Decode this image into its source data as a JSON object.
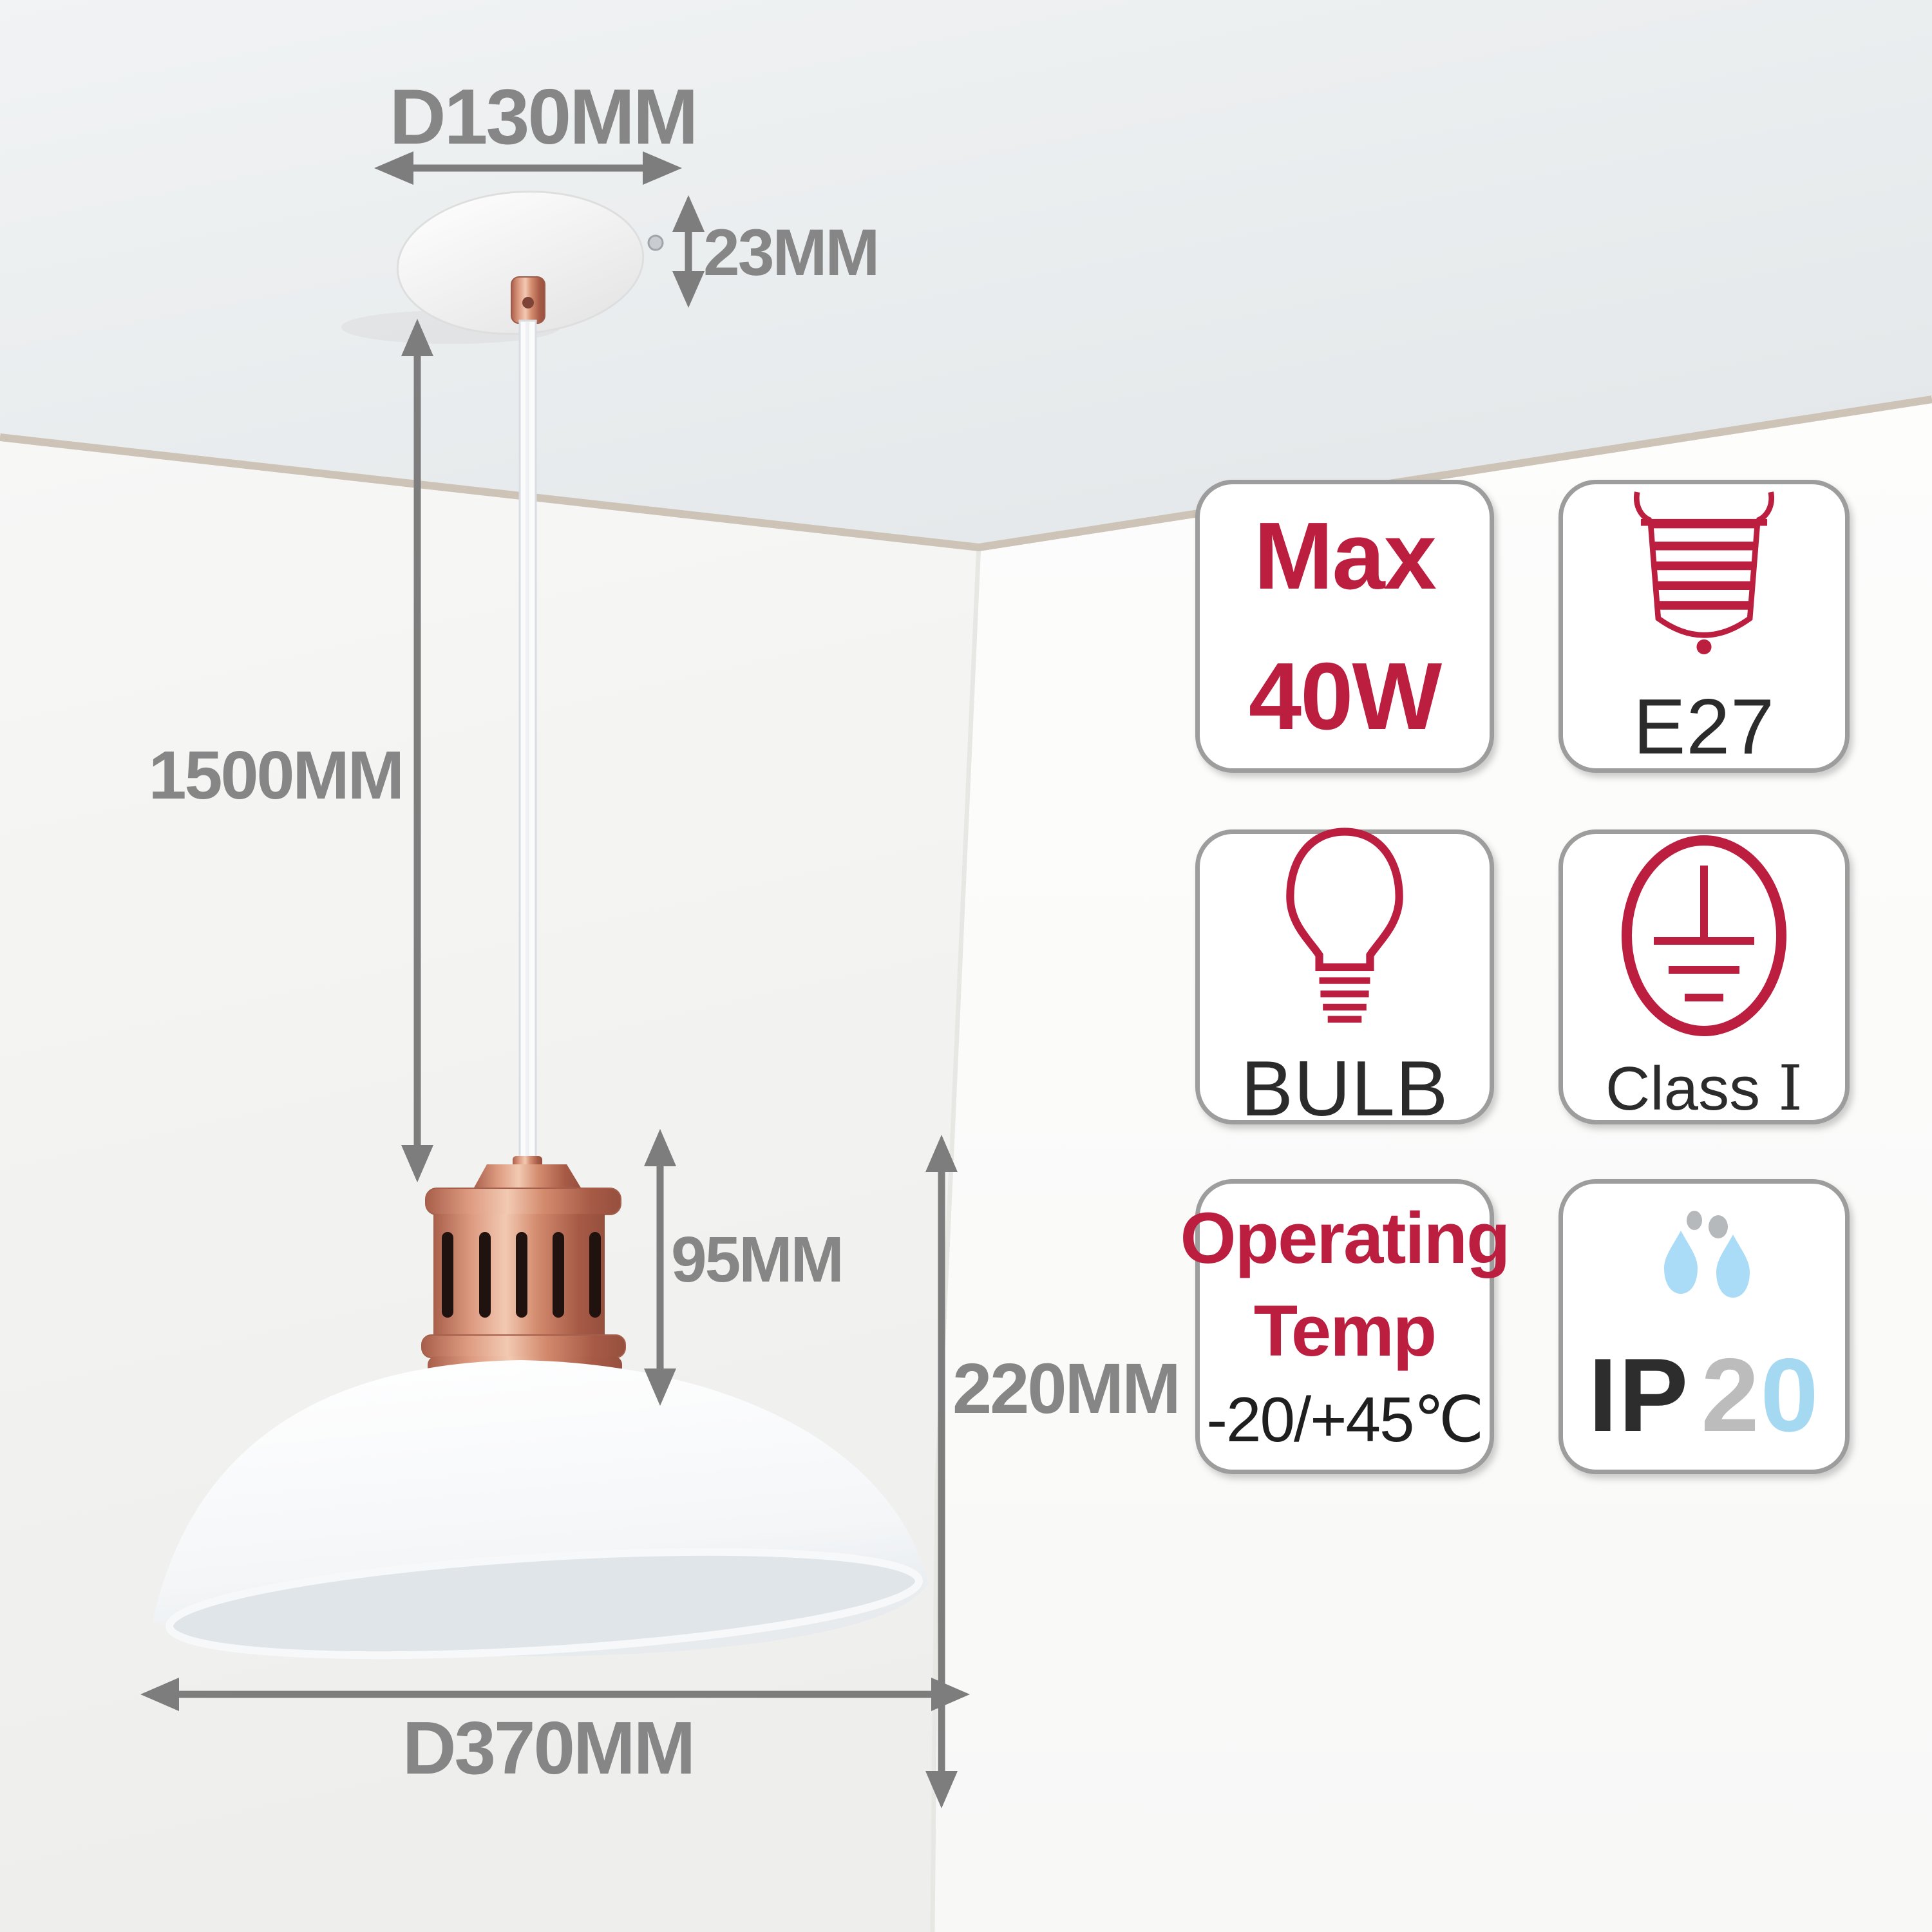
{
  "product_diagram": {
    "type": "pendant-lamp-specification",
    "dimensions": {
      "canopy_diameter": "D130MM",
      "canopy_height": "23MM",
      "cord_length": "1500MM",
      "holder_height": "95MM",
      "lamp_height": "220MM",
      "shade_diameter": "D370MM"
    },
    "spec_badges": [
      {
        "id": "max-wattage",
        "line1": "Max",
        "line2": "40W"
      },
      {
        "id": "cap-type",
        "icon": "e27-cap-icon",
        "label": "E27"
      },
      {
        "id": "bulb-included",
        "icon": "bulb-icon",
        "label": "BULB"
      },
      {
        "id": "protection-class",
        "icon": "earth-ground-icon",
        "label": "Class",
        "numeral": "Ⅰ"
      },
      {
        "id": "operating-temp",
        "line1": "Operating",
        "line2": "Temp",
        "value": "-20/+45℃"
      },
      {
        "id": "ip-rating",
        "icon": "water-drops-icon",
        "prefix": "IP",
        "digit_tens": "2",
        "digit_units": "0"
      }
    ],
    "colors": {
      "crimson_accent": "#bc1e3f",
      "dimension_gray": "#7d7d7d",
      "label_gray": "#868686",
      "badge_border": "#9d9d9d",
      "ceiling_gray": "#e9ebed",
      "ceiling_edge_tan": "#cdc3b6",
      "copper": "#cb8066",
      "ip_tens_gray": "#bcbcbc",
      "ip_units_blue": "#a5d9f2",
      "drop_blue": "#aadcf7",
      "drop_gray": "#b5b9bc"
    }
  }
}
